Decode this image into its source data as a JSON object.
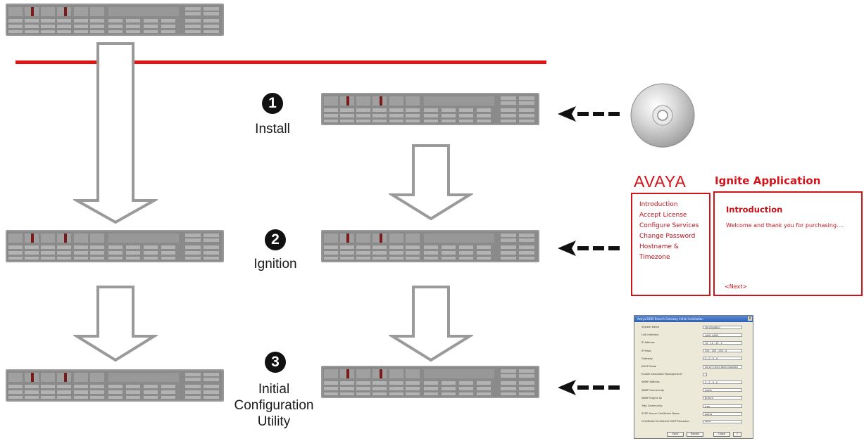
{
  "steps": [
    {
      "number": "1",
      "label": "Install"
    },
    {
      "number": "2",
      "label": "Ignition"
    },
    {
      "number": "3",
      "label_lines": [
        "Initial",
        "Configuration",
        "Utility"
      ]
    }
  ],
  "ignite_window": {
    "logo": "AVAYA",
    "title": "Ignite Application",
    "nav_items": [
      "Introduction",
      "Accept License",
      "Configure Services",
      "Change Password",
      "Hostname & Timezone"
    ],
    "content_heading": "Introduction",
    "content_text": "Welcome and thank you for purchasing....",
    "next_label": "<Next>"
  },
  "config_dialog": {
    "title": "Avaya 8300 Branch Gateway Initial Installation",
    "close_label": "X",
    "rows": [
      {
        "label": "System Name",
        "value": "SM-8300BG1"
      },
      {
        "label": "LAN Interface",
        "value": "LAN1   LAN2"
      },
      {
        "label": "IP Address",
        "value": "10 . 10 . 10 . 2"
      },
      {
        "label": "IP Mask",
        "value": "255 . 255 . 255 . 0"
      },
      {
        "label": "Gateway",
        "value": "0 . 0 . 0 . 0"
      },
      {
        "label": "DHCP Mode",
        "value": "Server   Client   Both   Disabled"
      },
      {
        "label": "Enable Simulated Management?",
        "value": ""
      },
      {
        "label": "SNMP Address",
        "value": "0 . 0 . 0 . 0"
      },
      {
        "label": "SNMP Community",
        "value": "public"
      },
      {
        "label": "SNMP Engine ID",
        "value": "Branch"
      },
      {
        "label": "Trap Community",
        "value": "trap"
      },
      {
        "label": "SCEP Server Certificate Name",
        "value": "Avaya"
      },
      {
        "label": "Certificate Enrollment SCEP Password",
        "value": "*****"
      }
    ],
    "buttons": [
      "Save",
      "Revert",
      "Close",
      "?"
    ]
  },
  "colors": {
    "divider": "#e01616",
    "avaya_red": "#d0141a",
    "server_body": "#8c8c8c",
    "arrow_outline": "#999999"
  },
  "icons": [
    "server-rack-icon",
    "cd-disc-icon",
    "dashed-arrow-icon",
    "hollow-down-arrow-icon"
  ]
}
